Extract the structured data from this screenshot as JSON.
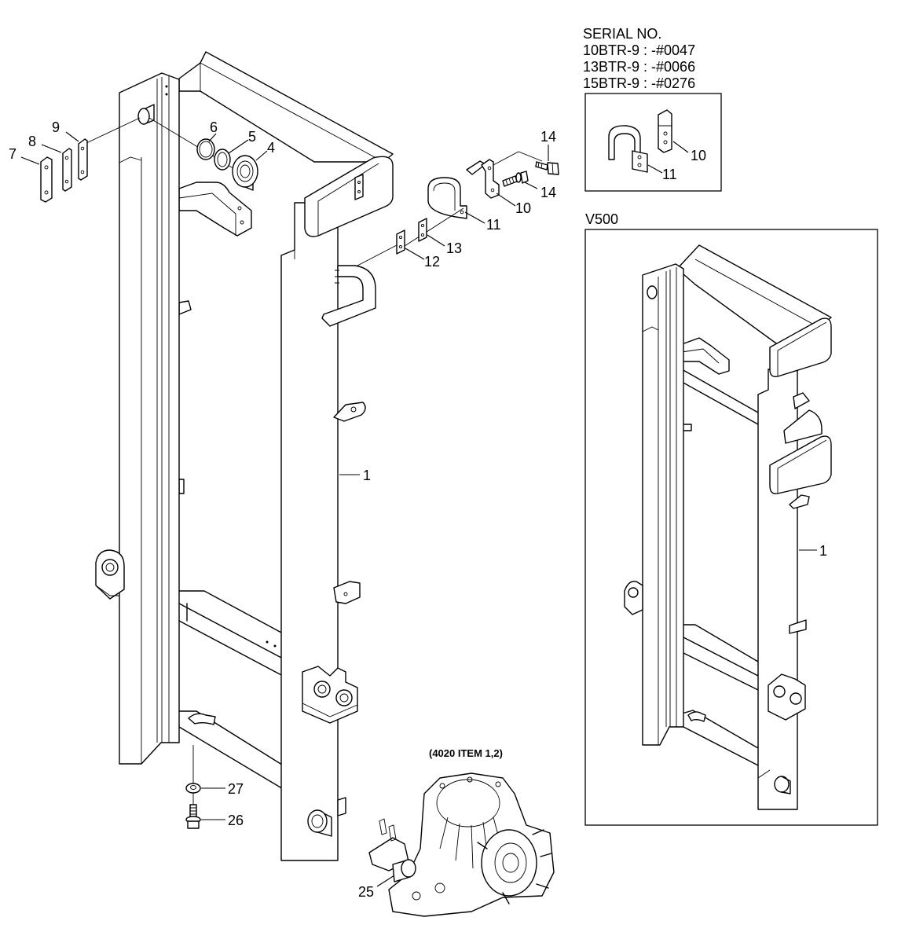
{
  "serial": {
    "title": "SERIAL NO.",
    "lines": [
      "10BTR-9 : -#0047",
      "13BTR-9 : -#0066",
      "15BTR-9 : -#0276"
    ]
  },
  "inset": {
    "callouts": [
      "10",
      "11"
    ]
  },
  "variant": {
    "label": "V500",
    "callouts": [
      "1"
    ]
  },
  "main": {
    "callouts": [
      "9",
      "8",
      "7",
      "6",
      "5",
      "4",
      "14",
      "14",
      "10",
      "11",
      "13",
      "12",
      "1",
      "27",
      "26",
      "25"
    ],
    "note": "(4020 ITEM 1,2)"
  }
}
